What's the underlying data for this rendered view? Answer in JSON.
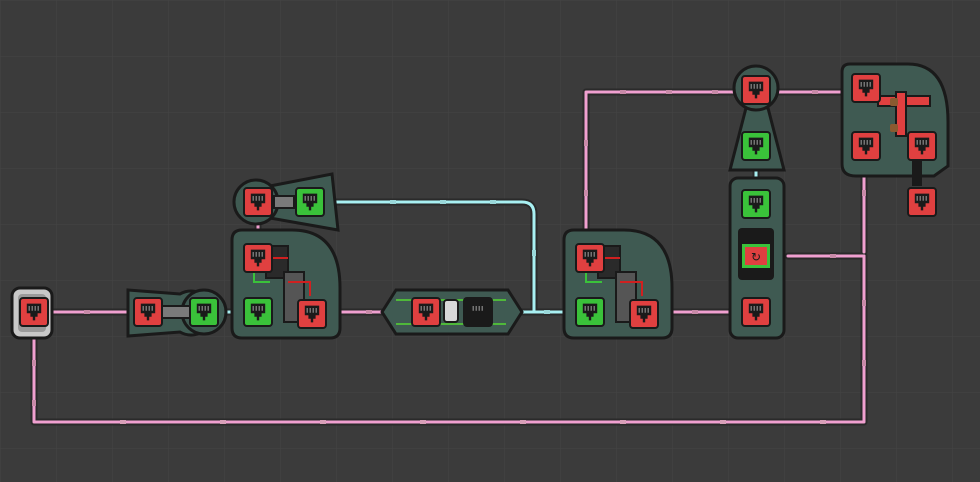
{
  "game": {
    "colors": {
      "background": "#3b3b3b",
      "grid": "#444444",
      "wire_pink": "#f0a0d0",
      "wire_cyan": "#a8f0f2",
      "node_joint": "#c88aa8",
      "module_body": "#3f5a52",
      "module_outline": "#1a1a1a",
      "port_out": "#e04040",
      "port_in": "#3ac23a",
      "port_icon": "#1a1a1a"
    },
    "port_icon": "network-plug-icon",
    "modules": [
      {
        "name": "source-module",
        "ports": [
          "output"
        ]
      },
      {
        "name": "funnel-module-1",
        "ports": [
          "input",
          "output"
        ]
      },
      {
        "name": "funnel-module-top",
        "ports": [
          "input",
          "output"
        ]
      },
      {
        "name": "processor-module-1",
        "ports": [
          "output",
          "input",
          "input",
          "output"
        ]
      },
      {
        "name": "capsule-module",
        "ports": [
          "input",
          "output"
        ]
      },
      {
        "name": "processor-module-2",
        "ports": [
          "output",
          "input",
          "input",
          "output"
        ]
      },
      {
        "name": "tower-module",
        "ports": [
          "output",
          "input",
          "input",
          "output"
        ]
      },
      {
        "name": "dome-module",
        "ports": [
          "output",
          "output",
          "output",
          "output"
        ]
      }
    ]
  }
}
